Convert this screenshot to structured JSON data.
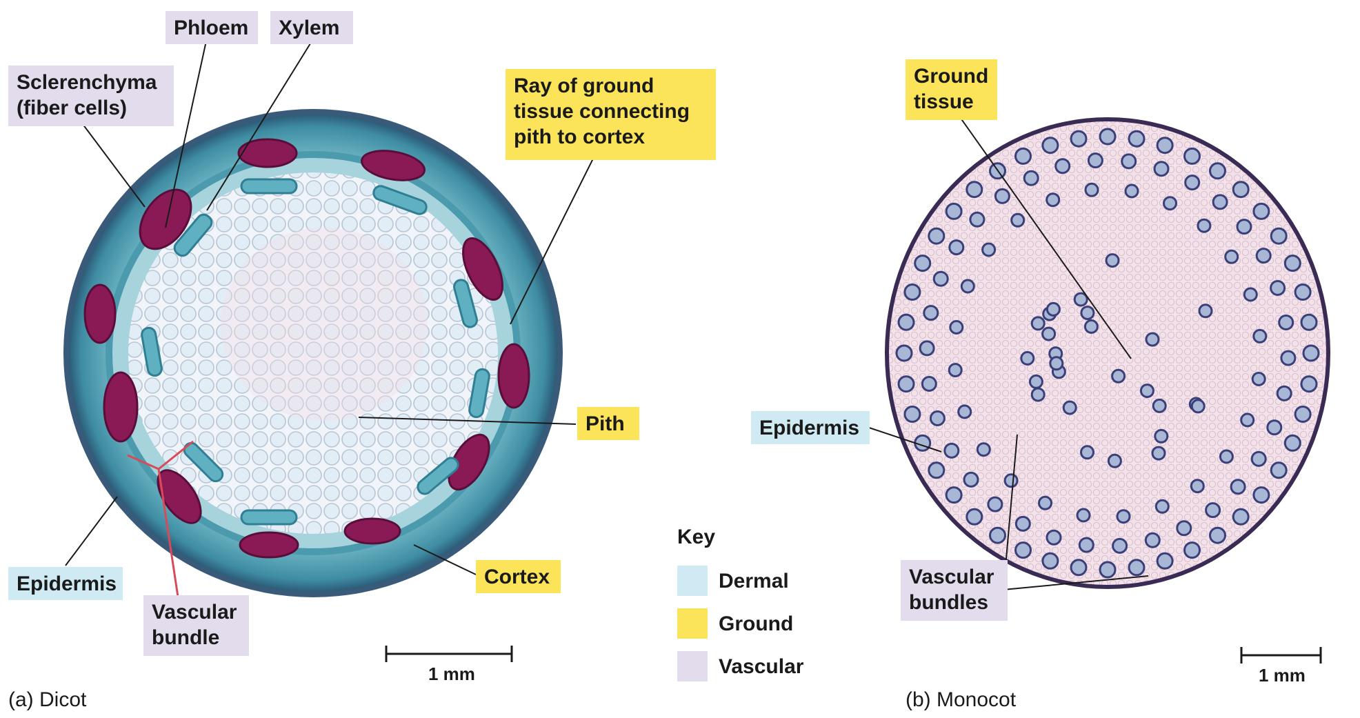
{
  "dicot": {
    "caption": "(a) Dicot",
    "scale_label": "1 mm",
    "labels": {
      "phloem": "Phloem",
      "xylem": "Xylem",
      "sclerenchyma": [
        "Sclerenchyma",
        "(fiber cells)"
      ],
      "ray": [
        "Ray of ground",
        "tissue connecting",
        "pith to cortex"
      ],
      "pith": "Pith",
      "cortex": "Cortex",
      "epidermis": "Epidermis",
      "vascular_bundle": [
        "Vascular",
        "bundle"
      ]
    }
  },
  "monocot": {
    "caption": "(b) Monocot",
    "scale_label": "1 mm",
    "labels": {
      "ground_tissue": [
        "Ground",
        "tissue"
      ],
      "epidermis": "Epidermis",
      "vascular_bundles": [
        "Vascular",
        "bundles"
      ]
    }
  },
  "key": {
    "title": "Key",
    "items": [
      {
        "label": "Dermal",
        "color": "#cfeaf3"
      },
      {
        "label": "Ground",
        "color": "#fbe35a"
      },
      {
        "label": "Vascular",
        "color": "#e2dcec"
      }
    ]
  },
  "colors": {
    "dermal": "#cfeaf3",
    "ground": "#fbe35a",
    "vascular": "#e2dcec",
    "dicot_stain": "#5fb0c0",
    "phloem_stain": "#8a1a55",
    "monocot_ground": "#f3dde6",
    "monocot_edge": "#3a2b55"
  }
}
